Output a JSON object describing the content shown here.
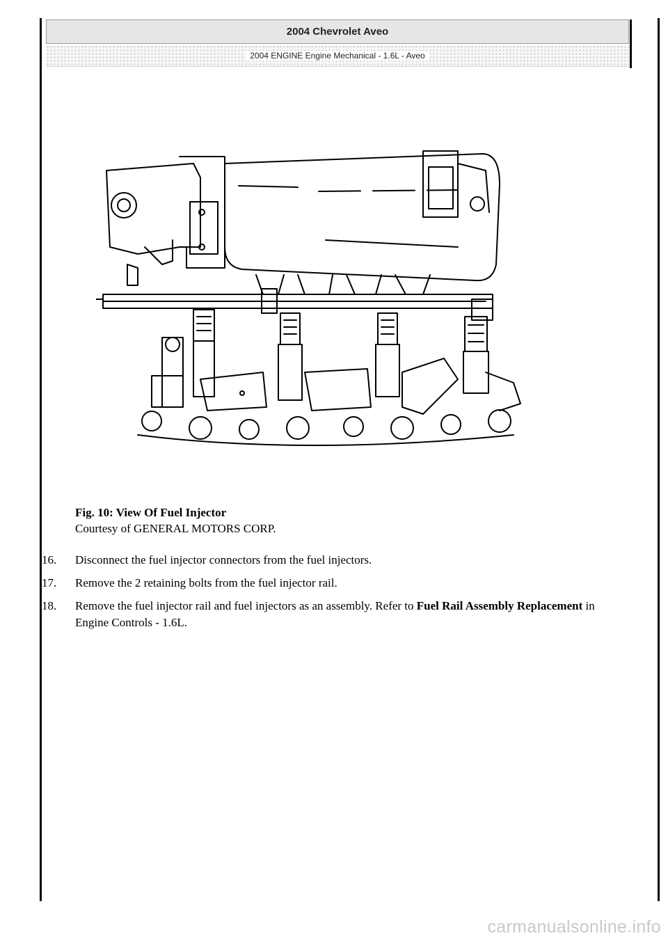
{
  "header": {
    "title": "2004 Chevrolet Aveo",
    "subtitle": "2004 ENGINE Engine Mechanical - 1.6L - Aveo"
  },
  "figure": {
    "caption_title": "Fig. 10: View Of Fuel Injector",
    "caption_credit": "Courtesy of GENERAL MOTORS CORP."
  },
  "steps": [
    {
      "num": "16.",
      "text": "Disconnect the fuel injector connectors from the fuel injectors."
    },
    {
      "num": "17.",
      "text": "Remove the 2 retaining bolts from the fuel injector rail."
    },
    {
      "num": "18.",
      "text_before": "Remove the fuel injector rail and fuel injectors as an assembly. Refer to ",
      "link": "Fuel Rail Assembly Replacement",
      "text_after": " in Engine Controls - 1.6L."
    }
  ],
  "watermark": "carmanualsonline.info"
}
